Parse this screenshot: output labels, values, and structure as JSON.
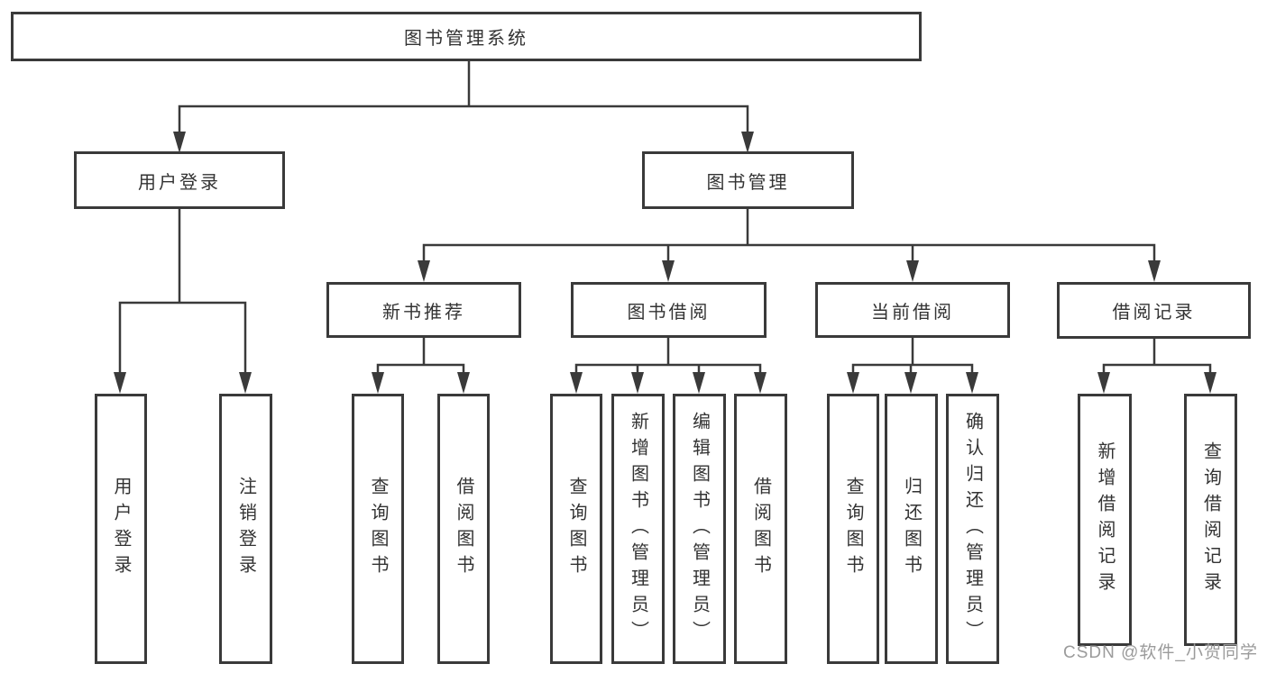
{
  "tree": {
    "label": "图书管理系统",
    "children": [
      {
        "label": "用户登录",
        "children": [
          {
            "label": "用户登录"
          },
          {
            "label": "注销登录"
          }
        ]
      },
      {
        "label": "图书管理",
        "children": [
          {
            "label": "新书推荐",
            "children": [
              {
                "label": "查询图书"
              },
              {
                "label": "借阅图书"
              }
            ]
          },
          {
            "label": "图书借阅",
            "children": [
              {
                "label": "查询图书"
              },
              {
                "label": "新增图书（管理员）"
              },
              {
                "label": "编辑图书（管理员）"
              },
              {
                "label": "借阅图书"
              }
            ]
          },
          {
            "label": "当前借阅",
            "children": [
              {
                "label": "查询图书"
              },
              {
                "label": "归还图书"
              },
              {
                "label": "确认归还（管理员）"
              }
            ]
          },
          {
            "label": "借阅记录",
            "children": [
              {
                "label": "新增借阅记录"
              },
              {
                "label": "查询借阅记录"
              }
            ]
          }
        ]
      }
    ]
  },
  "watermark": {
    "text": "CSDN @软件_小贺同学"
  },
  "colors": {
    "line": "#3a3a3a",
    "text": "#333333",
    "box_background": "#ffffff",
    "watermark": "#9b9b9b",
    "background": "#ffffff"
  }
}
